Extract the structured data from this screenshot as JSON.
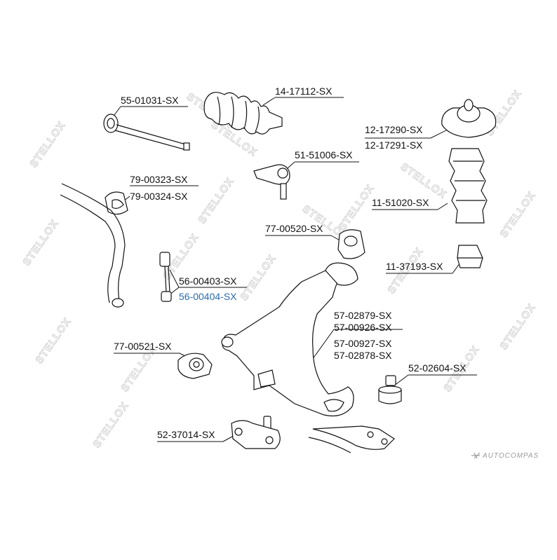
{
  "watermark": "STELLOX",
  "brand": "AUTOCOMPAS",
  "part_labels": {
    "tie_rod": "55-01031-SX",
    "boot": "14-17112-SX",
    "top_mount_a": "12-17290-SX",
    "top_mount_b": "12-17291-SX",
    "tie_rod_end": "51-51006-SX",
    "bushing_a": "79-00323-SX",
    "bushing_b": "79-00324-SX",
    "dust_cover": "11-51020-SX",
    "arm_bushing_rear": "77-00520-SX",
    "bump_stop": "11-37193-SX",
    "stab_link_a": "56-00403-SX",
    "stab_link_b": "56-00404-SX",
    "control_arm_a": "57-02879-SX",
    "control_arm_b": "57-00926-SX",
    "control_arm_c": "57-00927-SX",
    "control_arm_d": "57-02878-SX",
    "arm_bushing_front": "77-00521-SX",
    "ball_joint_right": "52-02604-SX",
    "ball_joint_left": "52-37014-SX"
  },
  "colors": {
    "line": "#111111",
    "highlight": "#2b6cb0",
    "watermark": "#c9c9c9",
    "brand": "#9a9a9a"
  }
}
